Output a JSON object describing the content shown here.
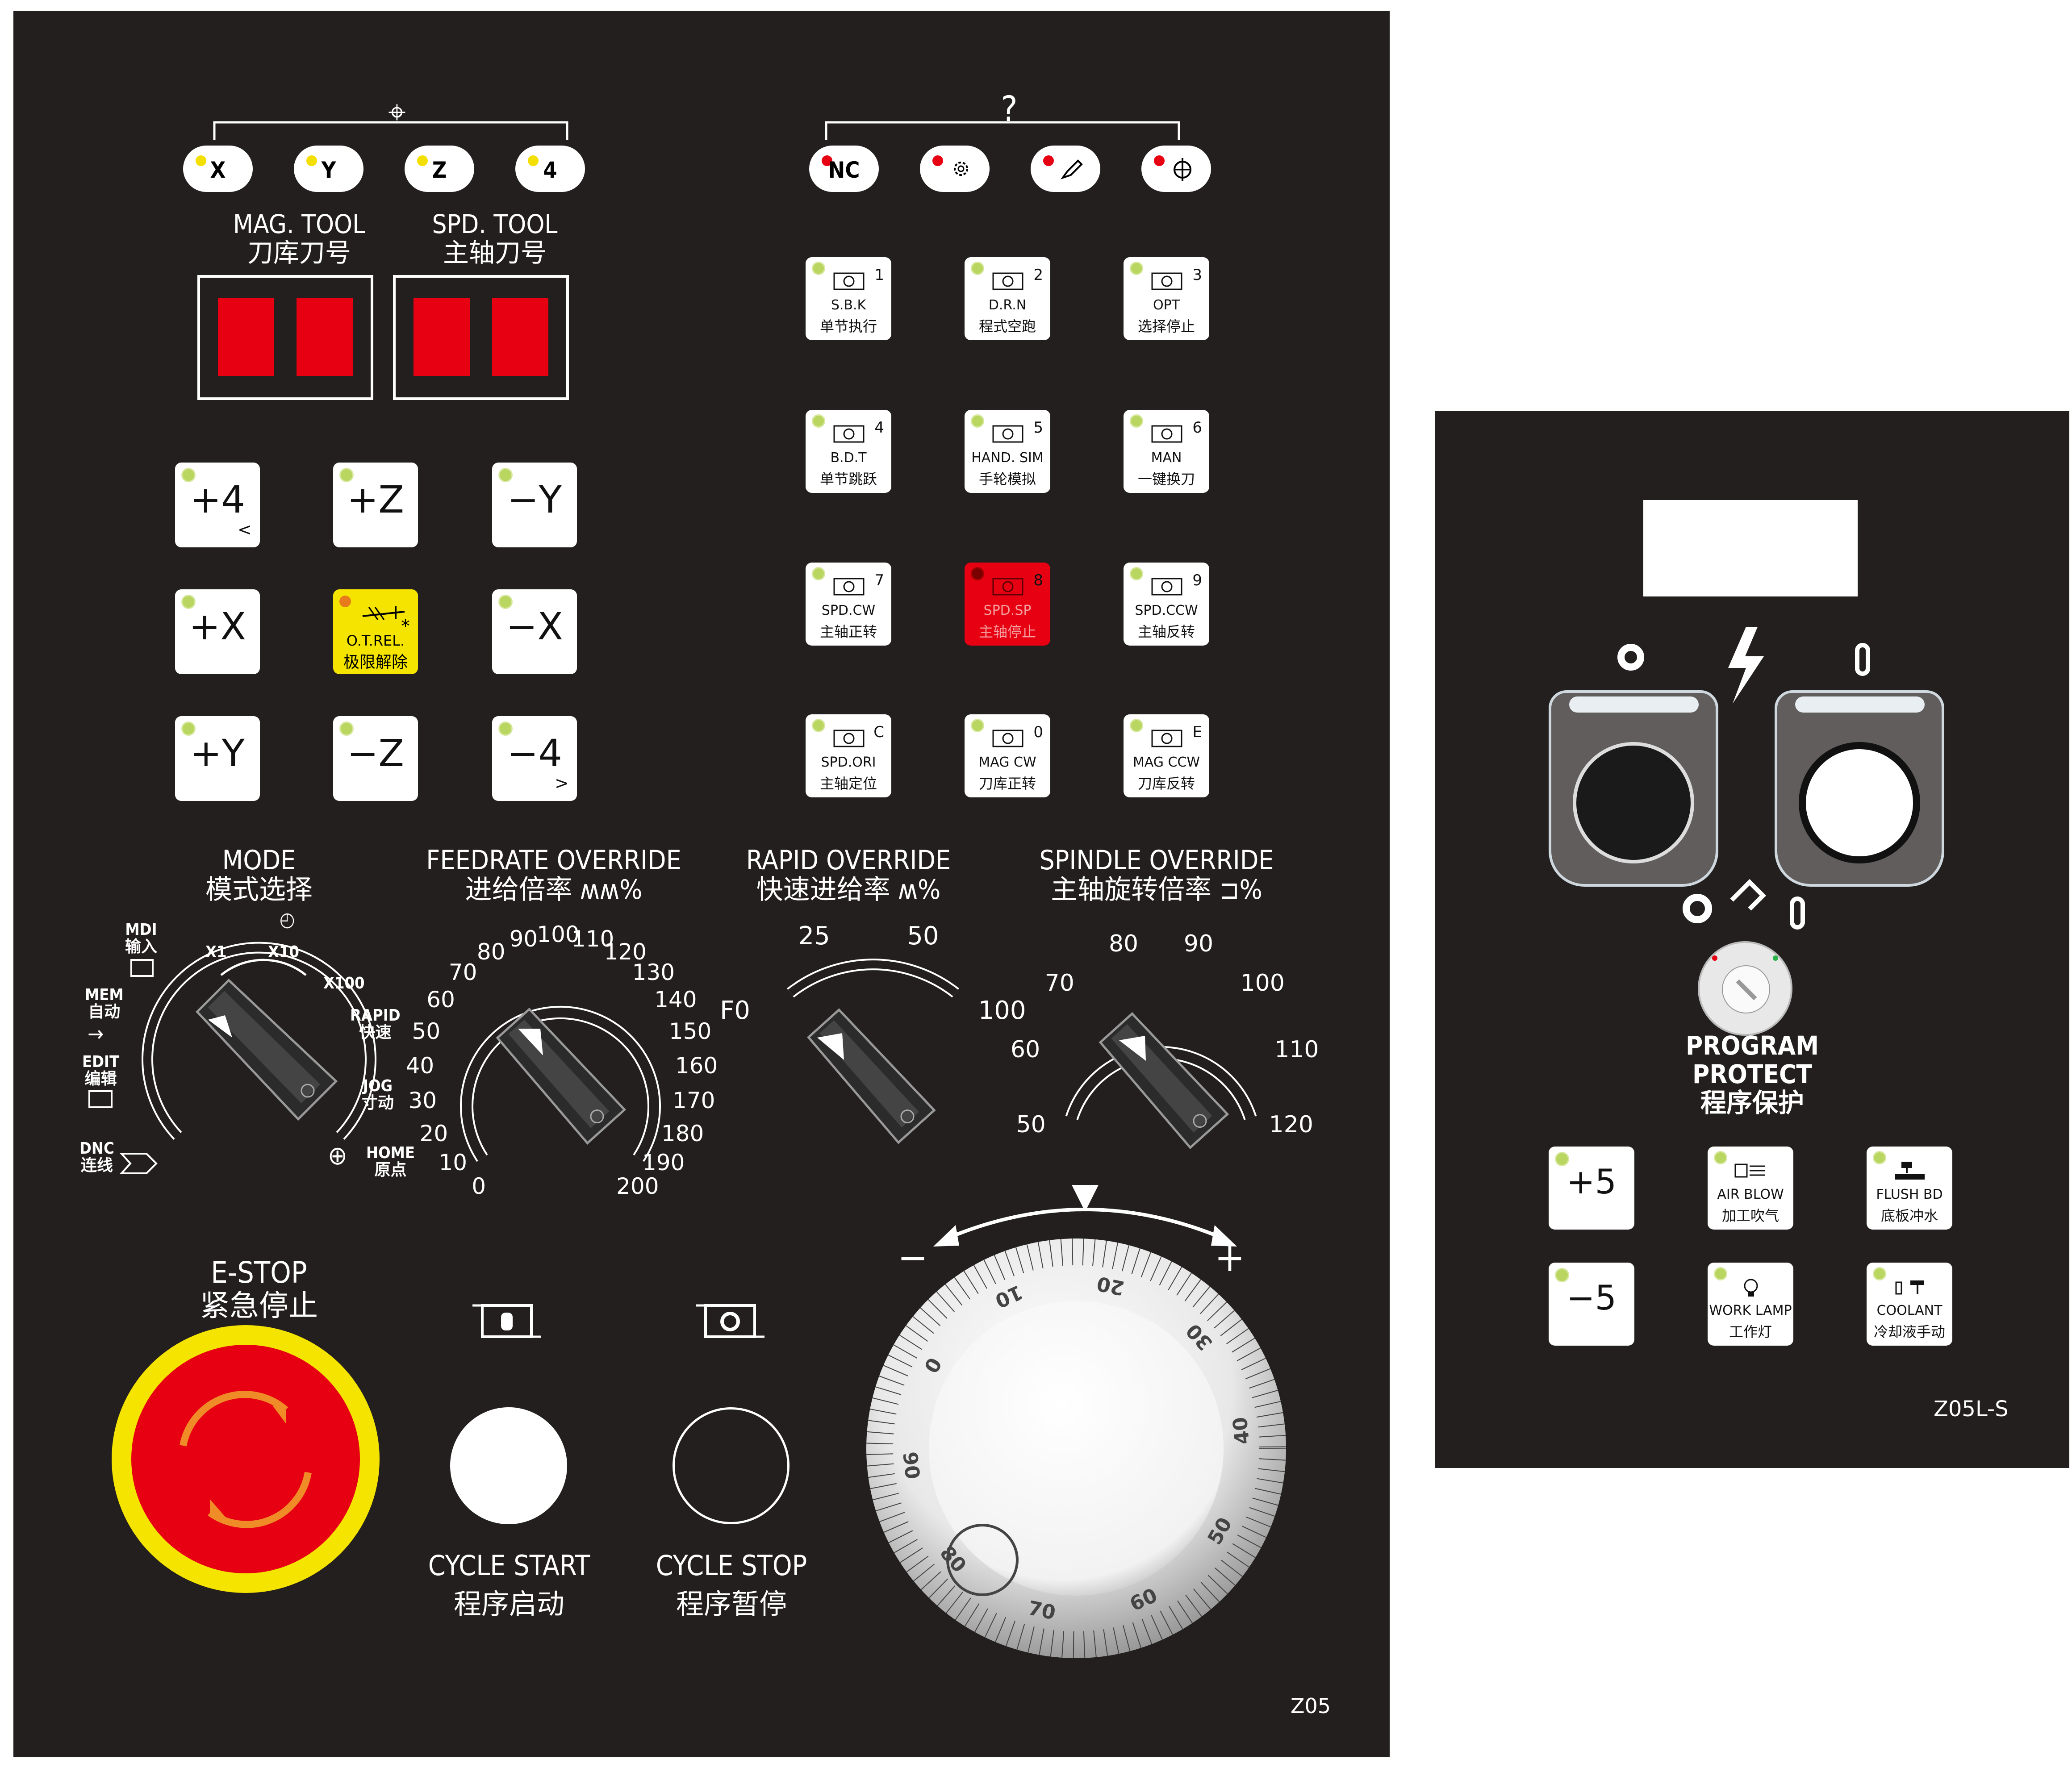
{
  "axis_select": {
    "header_symbol": "⌖",
    "buttons": [
      {
        "label": "X",
        "led": "#f3e000"
      },
      {
        "label": "Y",
        "led": "#f3e000"
      },
      {
        "label": "Z",
        "led": "#f3e000"
      },
      {
        "label": "4",
        "led": "#f3e000"
      }
    ]
  },
  "status_indicators": {
    "header_symbol": "?",
    "buttons": [
      {
        "label": "NC",
        "led": "#e60012"
      },
      {
        "label": "",
        "icon": "gear-icon",
        "led": "#e60012"
      },
      {
        "label": "",
        "icon": "tool-icon",
        "led": "#e60012"
      },
      {
        "label": "",
        "icon": "origin-icon",
        "led": "#e60012"
      }
    ]
  },
  "tool_display": {
    "mag_en": "MAG. TOOL",
    "mag_zh": "刀库刀号",
    "spd_en": "SPD. TOOL",
    "spd_zh": "主轴刀号"
  },
  "jog_keys": {
    "k1": "+4",
    "k1_sub": "<",
    "k2": "+Z",
    "k3": "−Y",
    "k4": "+X",
    "k5_en": "O.T.REL.",
    "k5_zh": "极限解除",
    "k5_mark": "*",
    "k6": "−X",
    "k7": "+Y",
    "k8": "−Z",
    "k9": "−4",
    "k9_sub": ">"
  },
  "function_keys": [
    {
      "num": "1",
      "en": "S.B.K",
      "zh": "单节执行",
      "icon": "single-block-icon"
    },
    {
      "num": "2",
      "en": "D.R.N",
      "zh": "程式空跑",
      "icon": "dry-run-icon"
    },
    {
      "num": "3",
      "en": "OPT",
      "zh": "选择停止",
      "icon": "optional-stop-icon"
    },
    {
      "num": "4",
      "en": "B.D.T",
      "zh": "单节跳跃",
      "icon": "block-delete-icon"
    },
    {
      "num": "5",
      "en": "HAND. SIM",
      "zh": "手轮模拟",
      "icon": "hand-sim-icon"
    },
    {
      "num": "6",
      "en": "MAN",
      "zh": "一键换刀",
      "icon": "tool-change-icon"
    },
    {
      "num": "7",
      "en": "SPD.CW",
      "zh": "主轴正转",
      "icon": "spindle-cw-icon"
    },
    {
      "num": "8",
      "en": "SPD.SP",
      "zh": "主轴停止",
      "icon": "spindle-stop-icon"
    },
    {
      "num": "9",
      "en": "SPD.CCW",
      "zh": "主轴反转",
      "icon": "spindle-ccw-icon"
    },
    {
      "num": "C",
      "en": "SPD.ORI",
      "zh": "主轴定位",
      "icon": "spindle-orient-icon"
    },
    {
      "num": "0",
      "en": "MAG CW",
      "zh": "刀库正转",
      "icon": "magazine-cw-icon"
    },
    {
      "num": "E",
      "en": "MAG CCW",
      "zh": "刀库反转",
      "icon": "magazine-ccw-icon"
    }
  ],
  "mode_dial": {
    "title_en": "MODE",
    "title_zh": "模式选择",
    "labels": {
      "mdi": "MDI",
      "mdi_zh": "输入",
      "mem": "MEM",
      "mem_zh": "自动",
      "edit": "EDIT",
      "edit_zh": "编辑",
      "dnc": "DNC",
      "dnc_zh": "连线",
      "x1": "X1",
      "x10": "X10",
      "x100": "X100",
      "rapid": "RAPID",
      "rapid_zh": "快速",
      "jog": "JOG",
      "jog_zh": "寸动",
      "home": "HOME",
      "home_zh": "原点"
    }
  },
  "feed_dial": {
    "title_en": "FEEDRATE OVERRIDE",
    "title_zh": "进给倍率",
    "unit": "%",
    "ticks": [
      "0",
      "10",
      "20",
      "30",
      "40",
      "50",
      "60",
      "70",
      "80",
      "90",
      "100",
      "110",
      "120",
      "130",
      "140",
      "150",
      "160",
      "170",
      "180",
      "190",
      "200"
    ]
  },
  "rapid_dial": {
    "title_en": "RAPID OVERRIDE",
    "title_zh": "快速进给率",
    "unit": "%",
    "ticks": [
      "F0",
      "25",
      "50",
      "100"
    ]
  },
  "spindle_dial": {
    "title_en": "SPINDLE OVERRIDE",
    "title_zh": "主轴旋转倍率",
    "unit": "%",
    "ticks": [
      "50",
      "60",
      "70",
      "80",
      "90",
      "100",
      "110",
      "120"
    ]
  },
  "estop": {
    "en": "E-STOP",
    "zh": "紧急停止"
  },
  "cycle_start": {
    "en": "CYCLE START",
    "zh": "程序启动"
  },
  "cycle_stop": {
    "en": "CYCLE STOP",
    "zh": "程序暂停"
  },
  "handwheel": {
    "minus": "−",
    "plus": "+",
    "numbers": [
      "0",
      "10",
      "20",
      "30",
      "40",
      "50",
      "60",
      "70",
      "80",
      "90"
    ]
  },
  "main_model": "Z05",
  "side_panel": {
    "power_off_symbol": "O",
    "power_on_symbol": "I",
    "key_off": "O",
    "key_on": "I",
    "protect_en1": "PROGRAM",
    "protect_en2": "PROTECT",
    "protect_zh": "程序保护",
    "keys": [
      {
        "label": "+5"
      },
      {
        "en": "AIR BLOW",
        "zh": "加工吹气",
        "icon": "air-blow-icon"
      },
      {
        "en": "FLUSH BD",
        "zh": "底板冲水",
        "icon": "flush-icon"
      },
      {
        "label": "−5"
      },
      {
        "en": "WORK LAMP",
        "zh": "工作灯",
        "icon": "lamp-icon"
      },
      {
        "en": "COOLANT",
        "zh": "冷却液手动",
        "icon": "coolant-icon"
      }
    ],
    "model": "Z05L-S"
  }
}
